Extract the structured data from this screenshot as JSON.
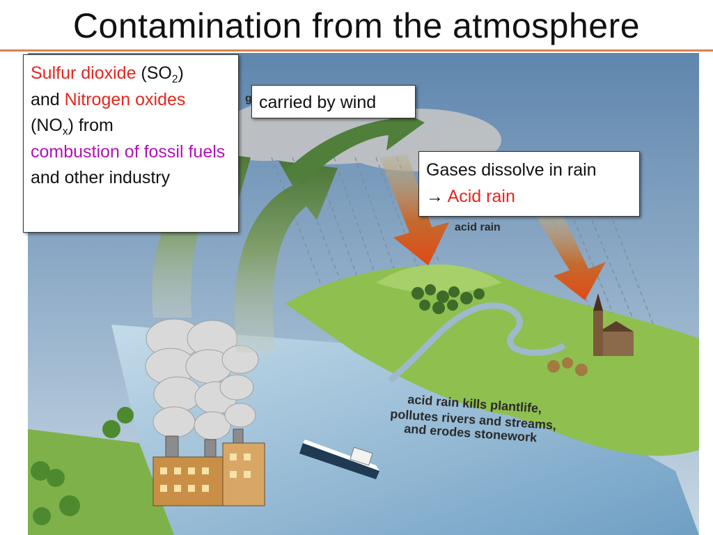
{
  "slide": {
    "title": "Contamination from the atmosphere"
  },
  "source_box": {
    "sulfur": "Sulfur dioxide",
    "so_open": " (SO",
    "so_sub": "2",
    "so_close": ")",
    "and": "and ",
    "nitrogen": "Nitrogen oxides",
    "no_open": "(NO",
    "no_sub": "x",
    "no_close": ") from",
    "combustion": "combustion of fossil fuels",
    "rest": " and other industry"
  },
  "wind_box": {
    "text": "carried by wind"
  },
  "rain_box": {
    "line1": "Gases dissolve in rain",
    "arrow": "→",
    "acid": "Acid rain"
  },
  "illustration": {
    "cloud_label": "g",
    "acid_rain_label": "acid rain",
    "effects": [
      "acid rain kills plantlife,",
      "pollutes rivers and streams,",
      "and erodes stonework"
    ]
  },
  "colors": {
    "highlight_red": "#e8251e",
    "highlight_magenta": "#b012b8",
    "rule_orange": "#d9834a",
    "sky": "#6a8fb5",
    "water": "#8fb7d6",
    "land": "#8fbf4f",
    "arrow_green": "#4f7f3a",
    "arrow_orange": "#d8501e"
  }
}
